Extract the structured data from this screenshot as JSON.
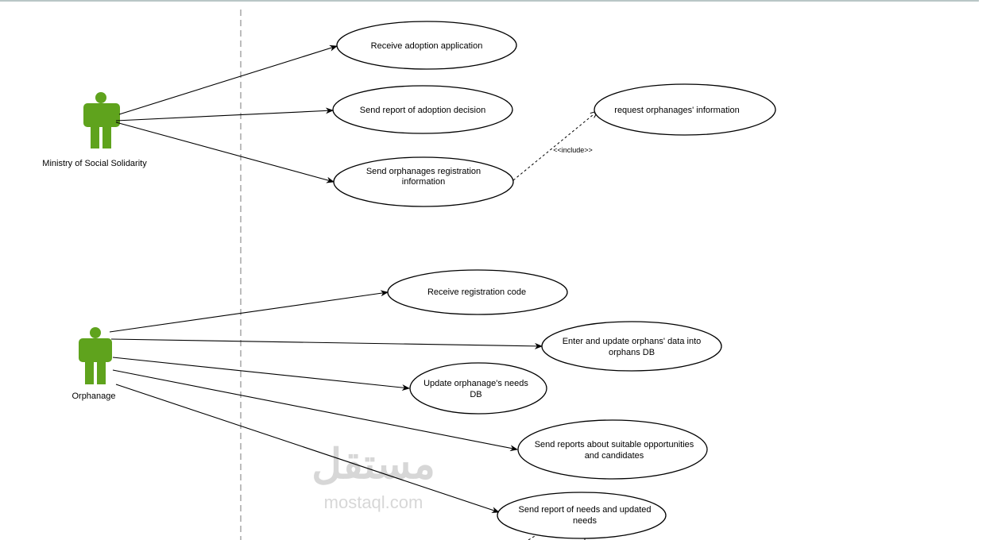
{
  "actors": [
    {
      "name": "Ministry of Social Solidarity"
    },
    {
      "name": "Orphanage"
    }
  ],
  "use_cases": [
    {
      "lines": [
        "Receive adoption application"
      ]
    },
    {
      "lines": [
        "Send report of adoption decision"
      ]
    },
    {
      "lines": [
        "Send orphanages registration",
        "information"
      ]
    },
    {
      "lines": [
        "request  orphanages' information"
      ]
    },
    {
      "lines": [
        "Receive registration code"
      ]
    },
    {
      "lines": [
        "Enter and update orphans' data into",
        "orphans DB"
      ]
    },
    {
      "lines": [
        "Update orphanage's needs",
        "DB"
      ]
    },
    {
      "lines": [
        "Send reports about suitable opportunities",
        "and candidates"
      ]
    },
    {
      "lines": [
        "Send report of needs and updated",
        "needs"
      ]
    }
  ],
  "include_label": "<<include>>",
  "watermark": {
    "arabic": "مستقل",
    "latin": "mostaql.com"
  },
  "colors": {
    "actor": "#5fa31d",
    "boundary": "#999999"
  }
}
